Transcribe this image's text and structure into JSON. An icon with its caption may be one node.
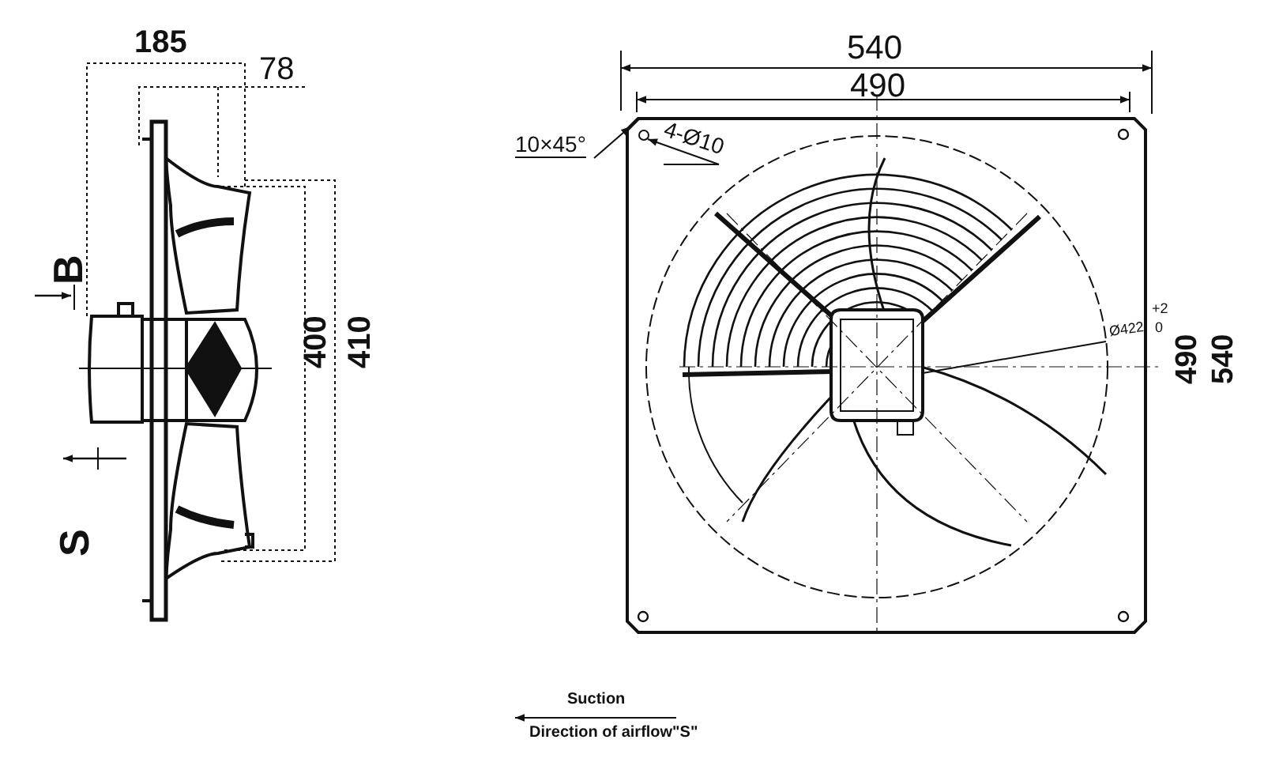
{
  "diagram": {
    "nodes": [
      {
        "text": [
          "10×45°"
        ]
      },
      {
        "text": [
          "4-Ø10"
        ]
      },
      {
        "text": [],
        "shape": "circle"
      },
      {
        "text": [],
        "shape": "line"
      }
    ],
    "edges": [
      {
        "from": 0,
        "to": 3,
        "arrow": "to"
      },
      {
        "from": 1,
        "to": 2,
        "arrow": "to"
      }
    ],
    "labels": [
      "185",
      "78",
      "540",
      "490",
      "B",
      "400",
      "410",
      "Ø422",
      "+2",
      "0",
      "490",
      "540",
      "S",
      "Suction",
      "Direction of airflow\"S\""
    ]
  }
}
